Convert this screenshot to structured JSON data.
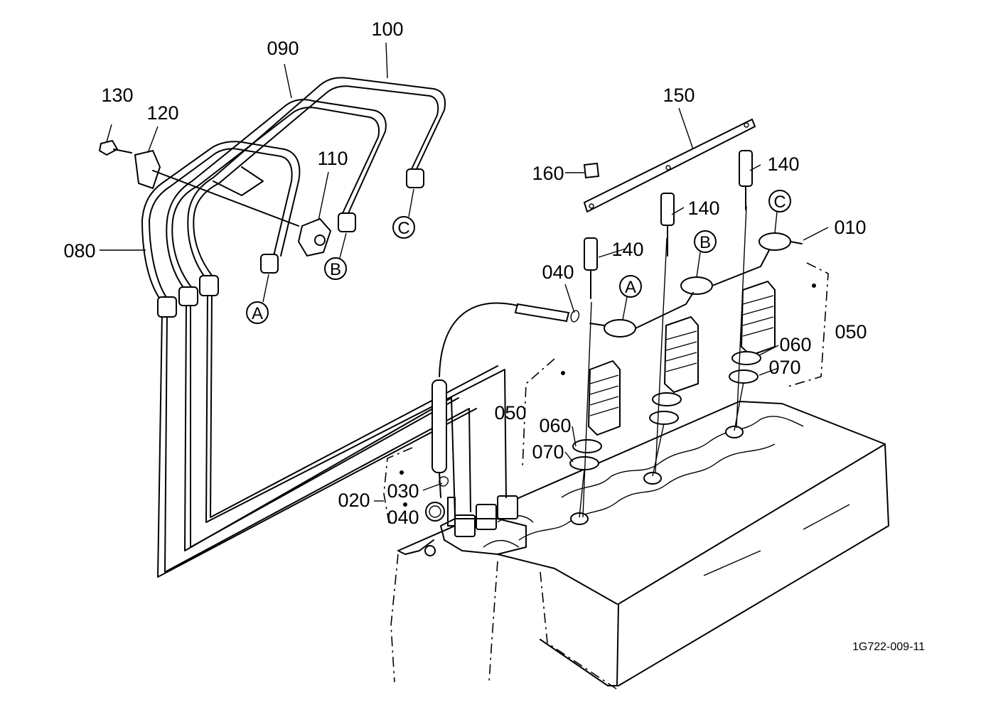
{
  "diagram": {
    "drawing_number": "1G722-009-11",
    "part_labels": {
      "p010": "010",
      "p020": "020",
      "p030": "030",
      "p040a": "040",
      "p040b": "040",
      "p050a": "050",
      "p050b": "050",
      "p060a": "060",
      "p060b": "060",
      "p070a": "070",
      "p070b": "070",
      "p080": "080",
      "p090": "090",
      "p100": "100",
      "p110": "110",
      "p120": "120",
      "p130": "130",
      "p140a": "140",
      "p140b": "140",
      "p140c": "140",
      "p150": "150",
      "p160": "160"
    },
    "callouts": {
      "a_left": "A",
      "b_left": "B",
      "c_left": "C",
      "a_right": "A",
      "b_right": "B",
      "c_right": "C"
    }
  }
}
